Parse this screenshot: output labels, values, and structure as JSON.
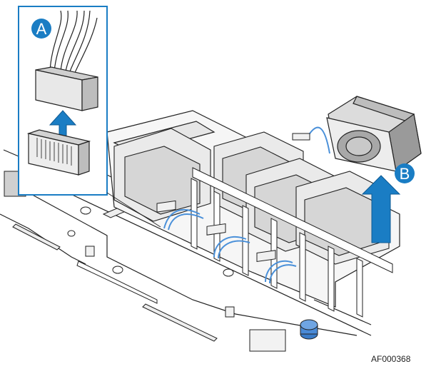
{
  "callouts": {
    "a": "A",
    "b": "B"
  },
  "figure_id": "AF000368",
  "colors": {
    "accent_blue": "#1a7dc4",
    "cable_blue": "#4a90d9",
    "line": "#222222",
    "fill_light": "#f4f4f4",
    "fill_mid": "#d9d9d9",
    "fill_dark": "#9a9a9a"
  }
}
